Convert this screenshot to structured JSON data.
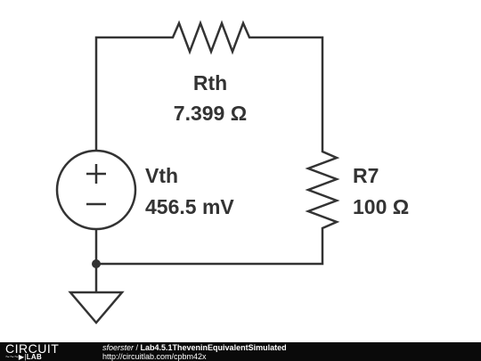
{
  "components": {
    "rth": {
      "name": "Rth",
      "value": "7.399 Ω"
    },
    "vth": {
      "name": "Vth",
      "value": "456.5 mV"
    },
    "r7": {
      "name": "R7",
      "value": "100 Ω"
    }
  },
  "footer": {
    "logo_top": "CIRCUIT",
    "logo_bottom_symbol": "~~~▶|",
    "logo_bottom_lab": "LAB",
    "author": "sfoerster",
    "separator": " / ",
    "title": "Lab4.5.1TheveninEquivalentSimulated",
    "url": "http://circuitlab.com/cpbm42x"
  },
  "colors": {
    "wire": "#333333",
    "text": "#333333",
    "footer_bg": "#0a0a0a",
    "footer_text": "#ffffff"
  }
}
